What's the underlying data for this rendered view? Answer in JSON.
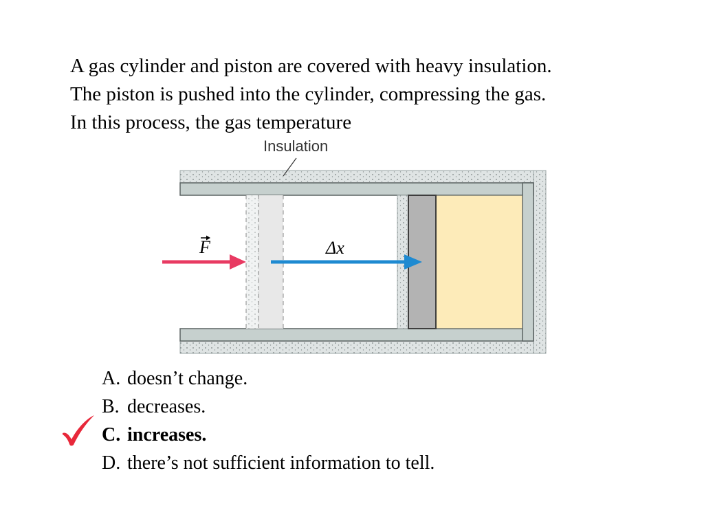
{
  "question": {
    "lines": [
      "A gas cylinder and piston are covered with heavy insulation.",
      "The piston is pushed into the cylinder, compressing the gas.",
      "In this process, the gas temperature"
    ]
  },
  "diagram": {
    "insulation_label": "Insulation",
    "force_label": "F",
    "displacement_label": "Δx",
    "colors": {
      "insulation": "#dfe4e4",
      "wall": "#c6d0ce",
      "gas": "#fdebb9",
      "piston": "#b3b3b3",
      "ghost_piston": "#e8e8e8",
      "force_arrow": "#e83a62",
      "displacement_arrow": "#1e8ad1"
    }
  },
  "options": [
    {
      "letter": "A.",
      "text": "doesn’t change.",
      "correct": false
    },
    {
      "letter": "B.",
      "text": "decreases.",
      "correct": false
    },
    {
      "letter": "C.",
      "text": "increases.",
      "correct": true
    },
    {
      "letter": "D.",
      "text": "there’s not sufficient information to tell.",
      "correct": false
    }
  ],
  "answer_mark": {
    "icon": "checkmark-icon",
    "color": "#e8283a"
  }
}
